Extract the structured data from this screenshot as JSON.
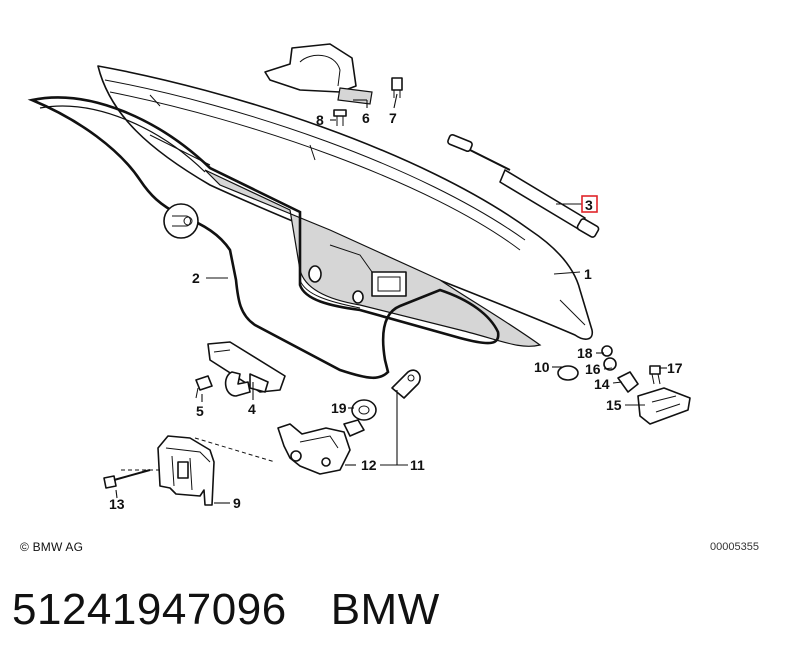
{
  "diagram": {
    "labels": {
      "l1": "1",
      "l2": "2",
      "l3": "3",
      "l4": "4",
      "l5": "5",
      "l6": "6",
      "l7": "7",
      "l8": "8",
      "l9": "9",
      "l10": "10",
      "l11": "11",
      "l12": "12",
      "l13": "13",
      "l14": "14",
      "l15": "15",
      "l16": "16",
      "l17": "17",
      "l18": "18",
      "l19": "19"
    },
    "highlight_color": "#e0242a"
  },
  "footer": {
    "copyright": "© BMW AG",
    "reference": "00005355"
  },
  "caption": {
    "part_number": "51241947096",
    "brand": "BMW"
  }
}
